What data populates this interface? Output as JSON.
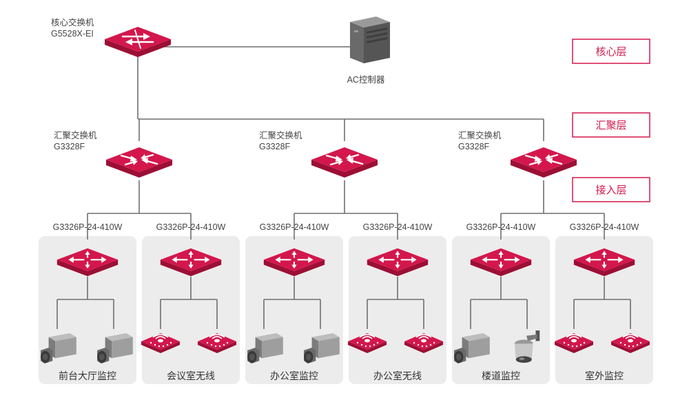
{
  "colors": {
    "accent": "#d3174c",
    "accent_dark": "#9c0f35",
    "line": "#6e6e6e",
    "panel": "#ececec"
  },
  "core": {
    "name": "核心交换机",
    "model": "G5528X-EI"
  },
  "ac": {
    "label": "AC控制器"
  },
  "layers": [
    "核心层",
    "汇聚层",
    "接入层"
  ],
  "aggregation": [
    {
      "name": "汇聚交换机",
      "model": "G3328F"
    },
    {
      "name": "汇聚交换机",
      "model": "G3328F"
    },
    {
      "name": "汇聚交换机",
      "model": "G3328F"
    }
  ],
  "access": [
    {
      "model": "G3326P-24-410W",
      "group": "前台大厅监控",
      "devices": [
        "camera",
        "camera"
      ]
    },
    {
      "model": "G3326P-24-410W",
      "group": "会议室无线",
      "devices": [
        "access-point",
        "access-point"
      ]
    },
    {
      "model": "G3326P-24-410W",
      "group": "办公室监控",
      "devices": [
        "camera",
        "camera"
      ]
    },
    {
      "model": "G3326P-24-410W",
      "group": "办公室无线",
      "devices": [
        "access-point",
        "access-point"
      ]
    },
    {
      "model": "G3326P-24-410W",
      "group": "楼道监控",
      "devices": [
        "camera",
        "dome-camera"
      ]
    },
    {
      "model": "G3326P-24-410W",
      "group": "室外监控",
      "devices": [
        "access-point",
        "access-point"
      ]
    }
  ]
}
